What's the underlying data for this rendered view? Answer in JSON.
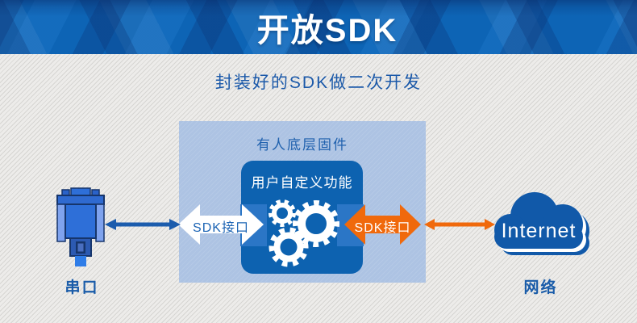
{
  "header": {
    "title": "开放SDK",
    "bg_color": "#0d64b5"
  },
  "subtitle": {
    "text": "封装好的SDK做二次开发",
    "color": "#1b59a9"
  },
  "diagram": {
    "panel": {
      "label": "有人底层固件",
      "bg_color": "#adc3e3",
      "label_color": "#2061ae"
    },
    "box": {
      "label": "用户自定义功能",
      "bg_color": "#0d62b0",
      "label_color": "#ffffff"
    },
    "sdk_arrow_left": {
      "label": "SDK接口",
      "fill": "#ffffff",
      "label_color": "#1c64b4"
    },
    "sdk_arrow_right": {
      "label": "SDK接口",
      "fill": "#f0690c",
      "label_color": "#ffffff"
    },
    "serial": {
      "label": "串口"
    },
    "network": {
      "cloud_text": "Internet",
      "label": "网络",
      "cloud_color": "#1159a9"
    },
    "link_arrow_left_color": "#1b5cad",
    "link_arrow_right_color": "#f0690c",
    "icons": {
      "serial": "serial-connector-icon",
      "network": "cloud-icon",
      "functions": "gears-icon"
    }
  }
}
